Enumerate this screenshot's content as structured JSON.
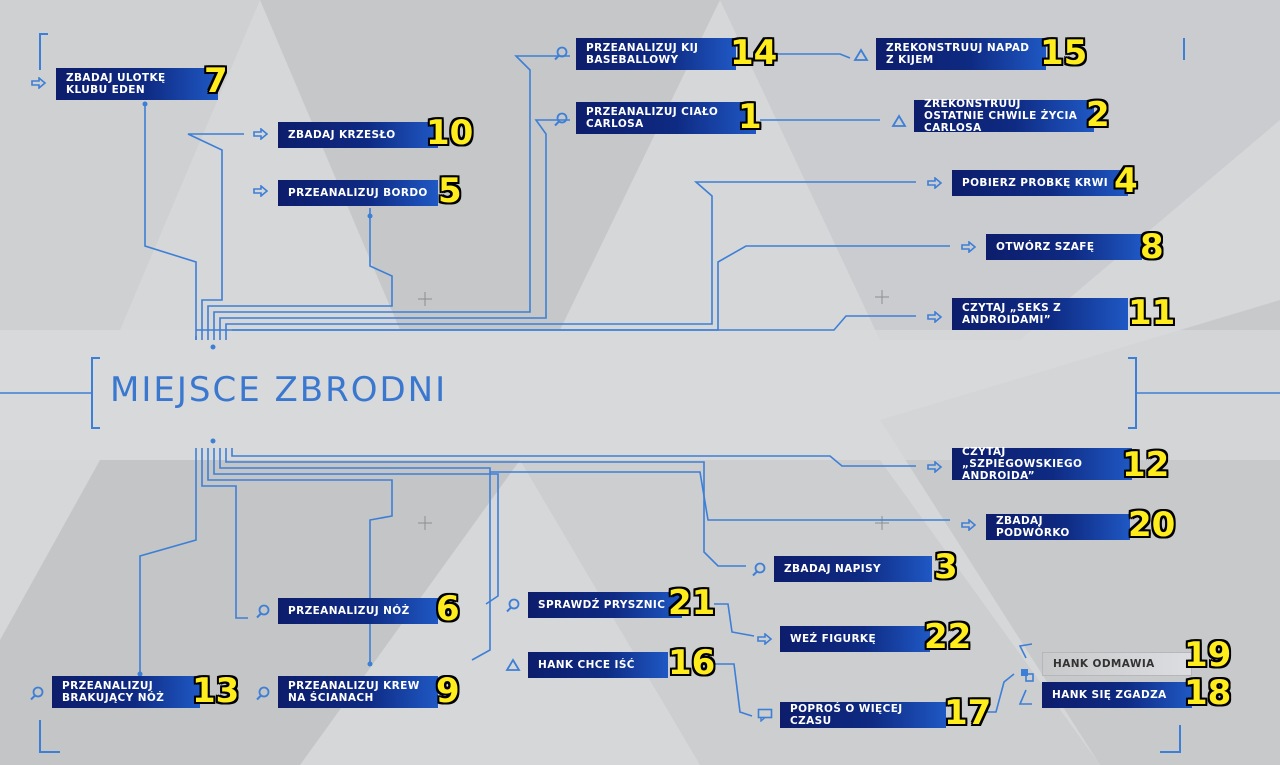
{
  "title": "MIEJSCE ZBRODNI",
  "colors": {
    "node_dark": "#0d1d6c",
    "node_light": "#1f58c4",
    "wire": "#3d7fd6",
    "number": "#ffec1c",
    "background": "#d3d4d6"
  },
  "nodes": {
    "n7": {
      "label": "ZBADAJ ULOTKĘ KLUBU EDEN",
      "number": "7",
      "icon": "arrow-icon"
    },
    "n10": {
      "label": "ZBADAJ KRZESŁO",
      "number": "10",
      "icon": "arrow-icon"
    },
    "n5": {
      "label": "PRZEANALIZUJ BORDO",
      "number": "5",
      "icon": "arrow-icon"
    },
    "n14": {
      "label": "PRZEANALIZUJ KIJ BASEBALLOWY",
      "number": "14",
      "icon": "magnifier-icon"
    },
    "n1": {
      "label": "PRZEANALIZUJ CIAŁO CARLOSA",
      "number": "1",
      "icon": "magnifier-icon"
    },
    "n15": {
      "label": "ZREKONSTRUUJ NAPAD Z KIJEM",
      "number": "15",
      "icon": "triangle-icon"
    },
    "n2": {
      "label": "ZREKONSTRUUJ OSTATNIE CHWILE ŻYCIA CARLOSA",
      "number": "2",
      "icon": "triangle-icon"
    },
    "n4": {
      "label": "POBIERZ PROBKĘ KRWI",
      "number": "4",
      "icon": "arrow-icon"
    },
    "n8": {
      "label": "OTWÓRZ SZAFĘ",
      "number": "8",
      "icon": "arrow-icon"
    },
    "n11": {
      "label": "CZYTAJ „SEKS Z ANDROIDAMI”",
      "number": "11",
      "icon": "arrow-icon"
    },
    "n12": {
      "label": "CZYTAJ „SZPIEGOWSKIEGO ANDROIDA”",
      "number": "12",
      "icon": "arrow-icon"
    },
    "n20": {
      "label": "ZBADAJ PODWÓRKO",
      "number": "20",
      "icon": "arrow-icon"
    },
    "n3": {
      "label": "ZBADAJ NAPISY",
      "number": "3",
      "icon": "magnifier-icon"
    },
    "n6": {
      "label": "PRZEANALIZUJ NÓŻ",
      "number": "6",
      "icon": "magnifier-icon"
    },
    "n21": {
      "label": "SPRAWDŹ PRYSZNIC",
      "number": "21",
      "icon": "magnifier-icon"
    },
    "n22": {
      "label": "WEŹ FIGURKĘ",
      "number": "22",
      "icon": "arrow-icon"
    },
    "n16": {
      "label": "HANK CHCE IŚĆ",
      "number": "16",
      "icon": "triangle-icon"
    },
    "n17": {
      "label": "POPROŚ O WIĘCEJ CZASU",
      "number": "17",
      "icon": "speech-icon"
    },
    "n13": {
      "label": "PRZEANALIZUJ BRAKUJĄCY NÓŻ",
      "number": "13",
      "icon": "magnifier-icon"
    },
    "n9": {
      "label": "PRZEANALIZUJ KREW NA ŚCIANACH",
      "number": "9",
      "icon": "magnifier-icon"
    },
    "n19": {
      "label": "HANK ODMAWIA",
      "number": "19",
      "icon": ""
    },
    "n18": {
      "label": "HANK SIĘ ZGADZA",
      "number": "18",
      "icon": ""
    }
  }
}
